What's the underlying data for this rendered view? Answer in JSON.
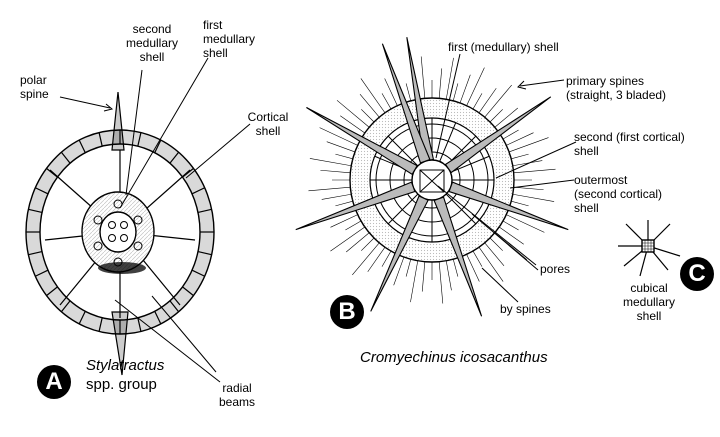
{
  "labels": {
    "polar_spine": [
      "polar",
      "spine"
    ],
    "second_medullary_shell": [
      "second",
      "medullary",
      "shell"
    ],
    "first_medullary_shell": [
      "first",
      "medullary",
      "shell"
    ],
    "cortical_shell_a": [
      "Cortical",
      "shell"
    ],
    "radial_beams": [
      "radial",
      "beams"
    ],
    "first_medullary_shell_b": "first (medullary) shell",
    "primary_spines": [
      "primary spines",
      "(straight, 3 bladed)"
    ],
    "second_first_cortical_shell": [
      "second (first cortical)",
      "shell"
    ],
    "outermost_shell": [
      "outermost",
      "(second cortical)",
      "shell"
    ],
    "pores": "pores",
    "by_spines": "by spines",
    "cubical_medullary_shell": [
      "cubical",
      "medullary",
      "shell"
    ]
  },
  "figures": {
    "a": {
      "badge": "A",
      "species_line1": "Stylatractus",
      "species_line2": "spp. group"
    },
    "b": {
      "badge": "B",
      "species": "Cromyechinus icosacanthus"
    },
    "c": {
      "badge": "C"
    }
  }
}
